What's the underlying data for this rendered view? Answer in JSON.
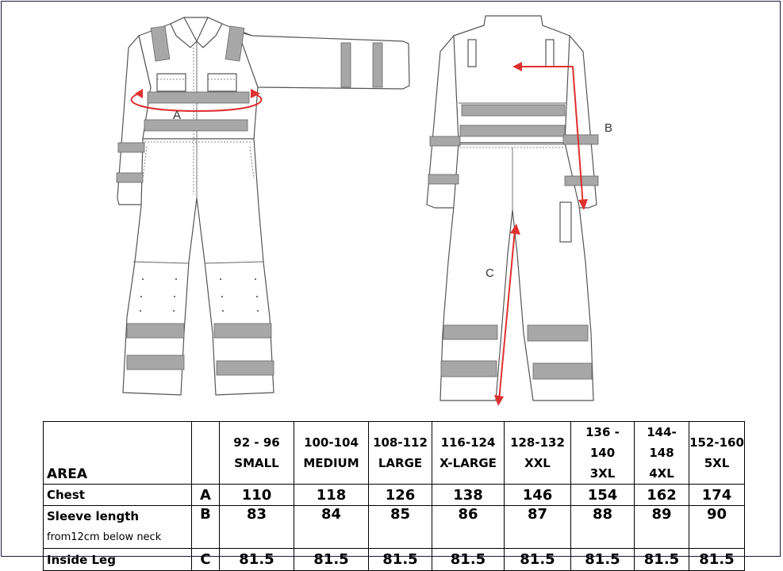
{
  "callouts": {
    "a": "A",
    "b": "B",
    "c": "C"
  },
  "colors": {
    "tape": "#a7a7a7",
    "arrow": "#e03030",
    "border": "#000000"
  },
  "table": {
    "area_label": "AREA",
    "sizes": [
      {
        "range": "92 - 96",
        "name": "SMALL"
      },
      {
        "range": "100-104",
        "name": "MEDIUM"
      },
      {
        "range": "108-112",
        "name": "LARGE"
      },
      {
        "range": "116-124",
        "name": "X-LARGE"
      },
      {
        "range": "128-132",
        "name": "XXL"
      },
      {
        "range": "136 - 140",
        "name": "3XL"
      },
      {
        "range": "144-148",
        "name": "4XL"
      },
      {
        "range": "152-160",
        "name": "5XL"
      }
    ],
    "rows": [
      {
        "label": "Chest",
        "letter": "A",
        "values": [
          "110",
          "118",
          "126",
          "138",
          "146",
          "154",
          "162",
          "174"
        ]
      },
      {
        "label": "Sleeve length",
        "sublabel": "from12cm below neck",
        "letter": "B",
        "values": [
          "83",
          "84",
          "85",
          "86",
          "87",
          "88",
          "89",
          "90"
        ]
      },
      {
        "label": "Inside Leg",
        "letter": "C",
        "values": [
          "81.5",
          "81.5",
          "81.5",
          "81.5",
          "81.5",
          "81.5",
          "81.5",
          "81.5"
        ]
      }
    ]
  }
}
